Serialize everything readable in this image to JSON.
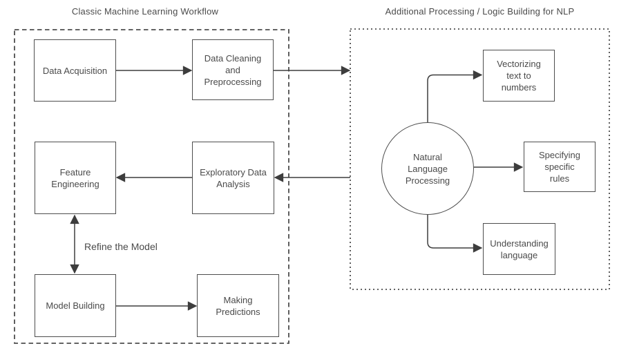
{
  "colors": {
    "stroke": "#4d4d4d",
    "arrow": "#3d3d3d",
    "text": "#4a4a4a",
    "background": "#ffffff"
  },
  "sections": {
    "ml": {
      "title": "Classic Machine Learning Workflow",
      "nodes": {
        "data_acquisition": {
          "label": "Data Acquisition"
        },
        "data_cleaning": {
          "label": "Data Cleaning\nand\nPreprocessing"
        },
        "feature_engineering": {
          "label": "Feature\nEngineering"
        },
        "eda": {
          "label": "Exploratory Data\nAnalysis"
        },
        "model_building": {
          "label": "Model Building"
        },
        "making_predictions": {
          "label": "Making\nPredictions"
        }
      },
      "edge_labels": {
        "refine_the_model": "Refine the Model"
      }
    },
    "nlp": {
      "title": "Additional Processing / Logic Building for NLP",
      "nodes": {
        "nlp_core": {
          "label": "Natural\nLanguage\nProcessing"
        },
        "vectorizing": {
          "label": "Vectorizing\ntext to\nnumbers"
        },
        "specifying": {
          "label": "Specifying\nspecific\nrules"
        },
        "understanding": {
          "label": "Understanding\nlanguage"
        }
      }
    }
  }
}
